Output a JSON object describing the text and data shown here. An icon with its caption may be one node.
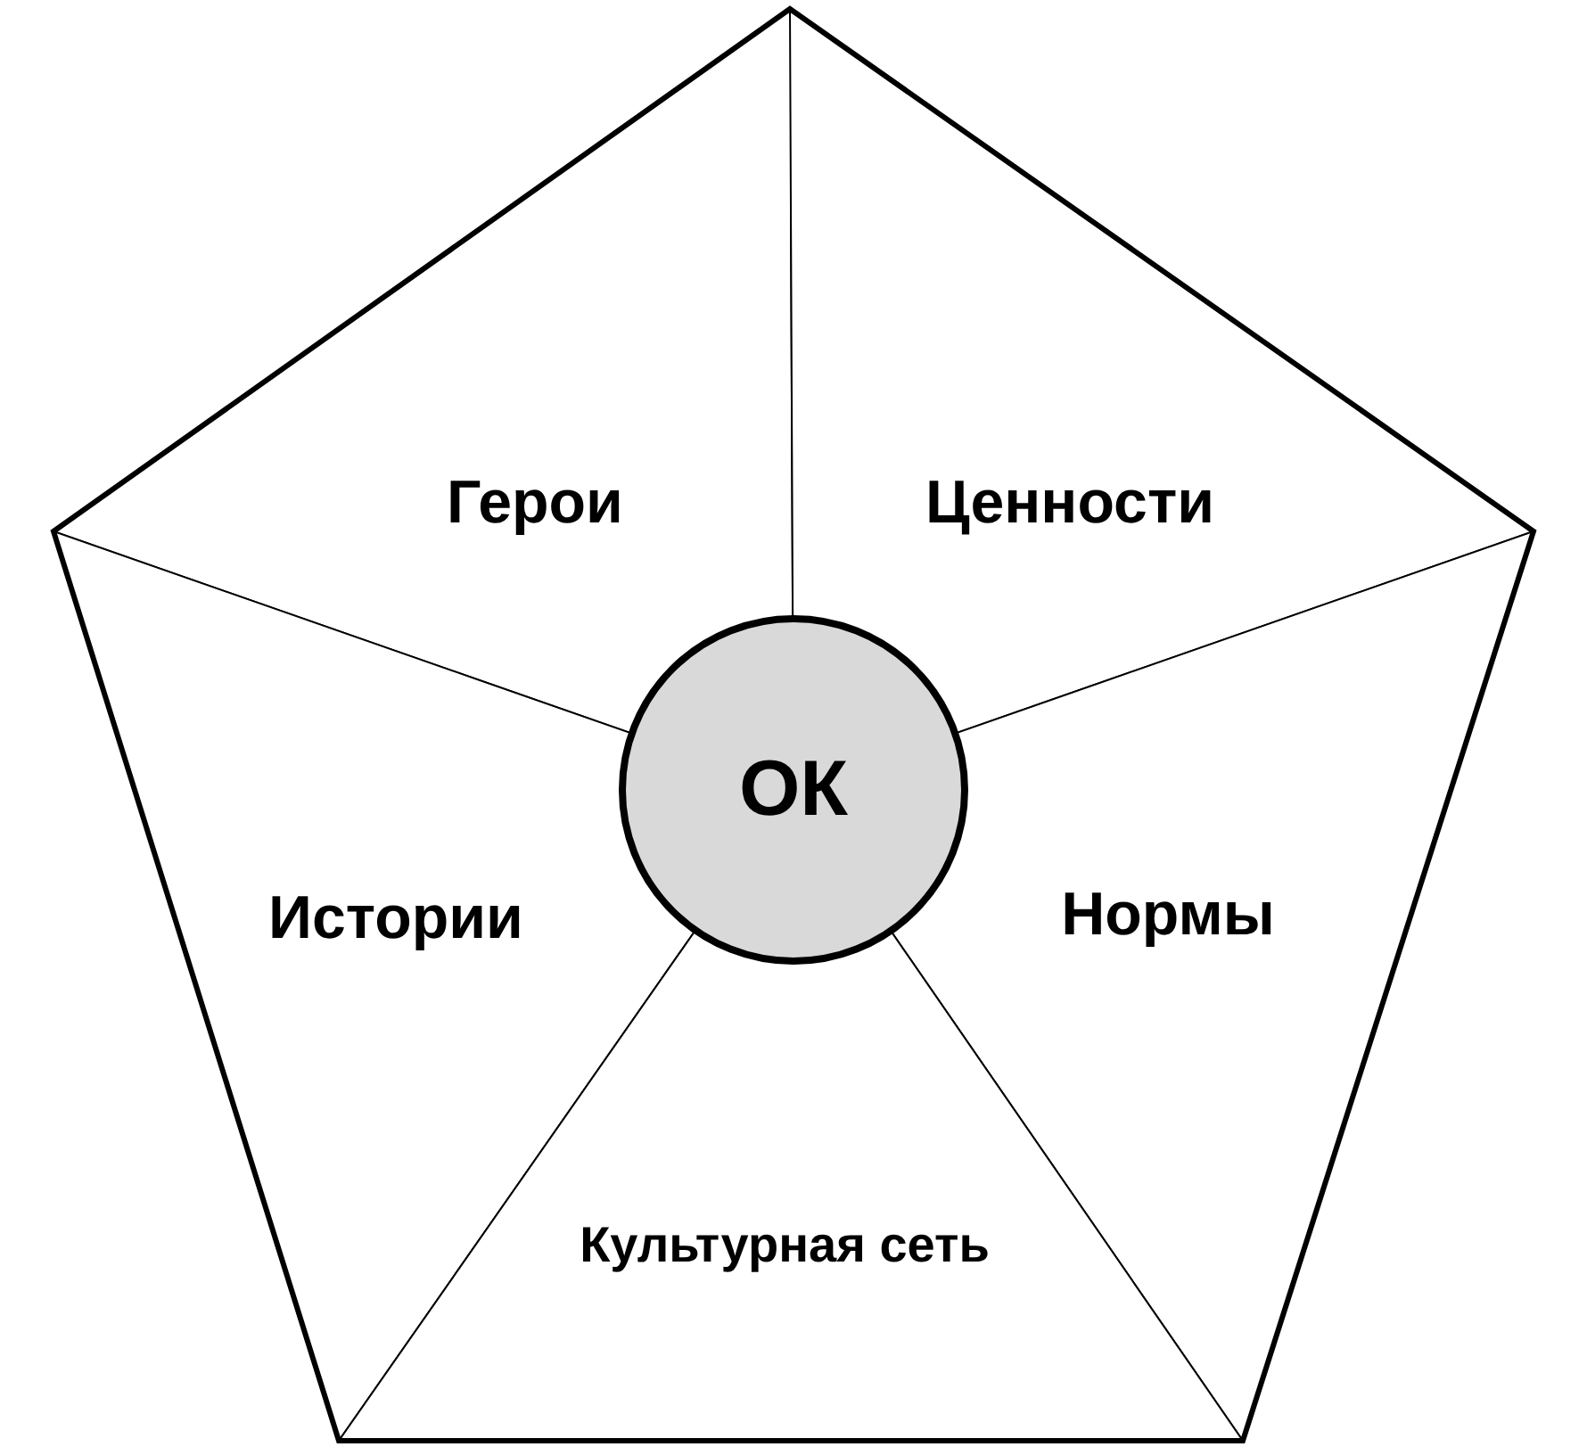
{
  "diagram": {
    "nodes": [
      {
        "text": [
          "Герои"
        ]
      },
      {
        "text": [
          "Ценности"
        ]
      },
      {
        "text": [
          "ОК"
        ]
      },
      {
        "text": [
          "Истории"
        ]
      },
      {
        "text": [
          "Нормы"
        ]
      },
      {
        "text": [
          "Культурная сеть"
        ]
      }
    ]
  }
}
